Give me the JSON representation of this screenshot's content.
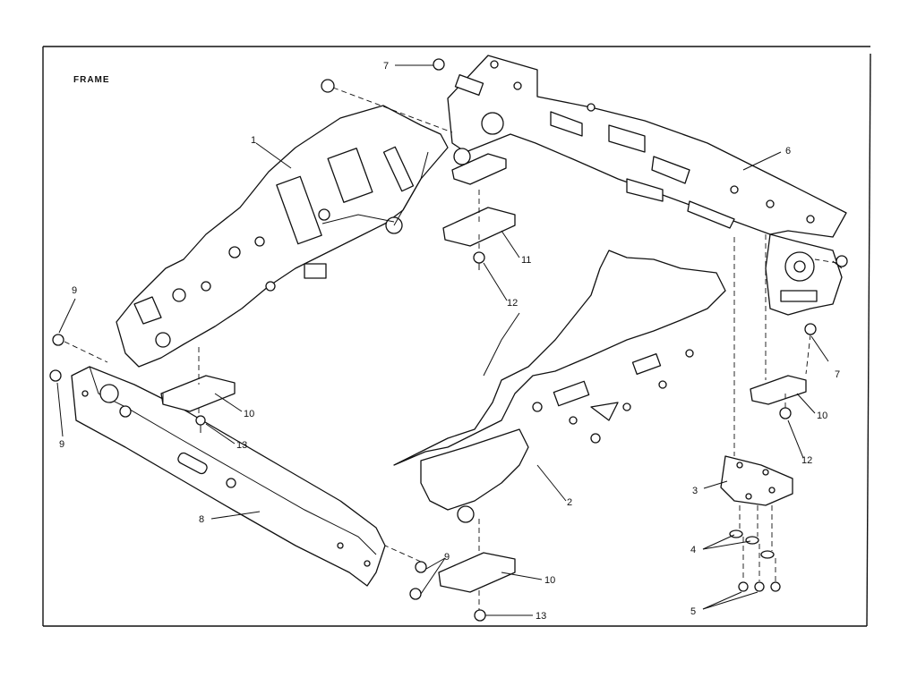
{
  "diagram": {
    "title": "FRAME",
    "callouts": {
      "c1": "1",
      "c2": "2",
      "c3": "3",
      "c4": "4",
      "c5": "5",
      "c6": "6",
      "c7a": "7",
      "c7b": "7",
      "c8": "8",
      "c9a": "9",
      "c9b": "9",
      "c9c": "9",
      "c10a": "10",
      "c10b": "10",
      "c10c": "10",
      "c11": "11",
      "c12a": "12",
      "c12b": "12",
      "c13a": "13",
      "c13b": "13"
    }
  }
}
